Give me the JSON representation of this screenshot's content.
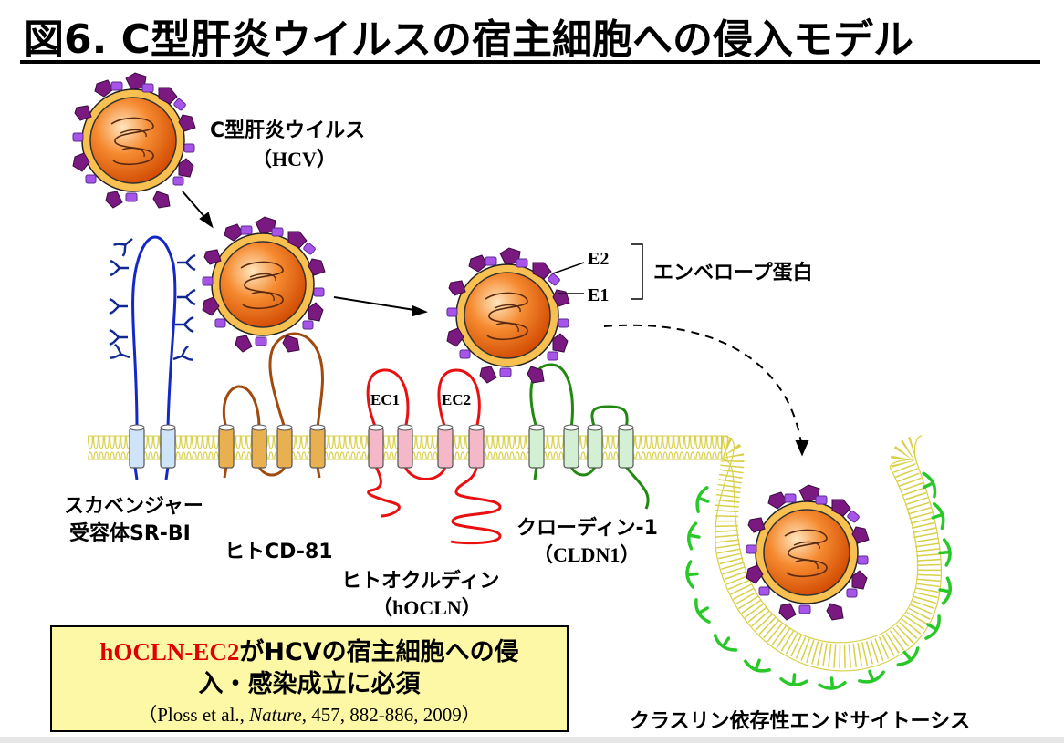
{
  "title": "図6. C型肝炎ウイルスの宿主細胞への侵入モデル",
  "virus_label": {
    "name": "C型肝炎ウイルス",
    "abbr": "（HCV）"
  },
  "envelope": {
    "e2": "E2",
    "e1": "E1",
    "label": "エンベロープ蛋白"
  },
  "receptors": {
    "srbi": {
      "line1": "スカベンジャー",
      "line2": "受容体SR-BI"
    },
    "cd81": {
      "label": "ヒトCD-81"
    },
    "ocln": {
      "line1": "ヒトオクルディン",
      "line2": "（hOCLN）",
      "ec1": "EC1",
      "ec2": "EC2"
    },
    "cldn": {
      "line1": "クローディン-1",
      "line2": "（CLDN1）"
    }
  },
  "endocytosis_label": "クラスリン依存性エンドサイトーシス",
  "note": {
    "highlight": "hOCLN-EC2",
    "line1_rest": "がHCVの宿主細胞への侵",
    "line2": "入・感染成立に必須",
    "ref_prefix": "（Ploss et al., ",
    "ref_journal": "Nature",
    "ref_suffix": ", 457, 882-886, 2009）"
  },
  "colors": {
    "membrane": "#e8e060",
    "srbi": "#1428c8",
    "cd81": "#a04a10",
    "ocln": "#e81010",
    "cldn": "#208a10",
    "clathrin": "#28c828",
    "virus_core": "#f06a10",
    "virus_shell": "#f5b040",
    "protein_e2": "#6a1478",
    "protein_e1": "#a050e0"
  }
}
